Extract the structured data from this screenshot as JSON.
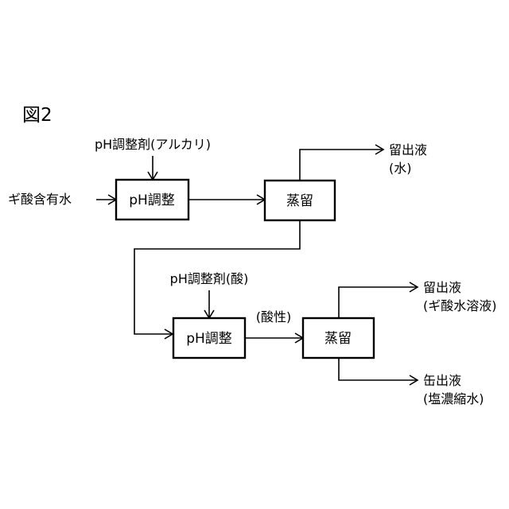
{
  "figure": {
    "title": "図2",
    "background_color": "#ffffff",
    "line_color": "#000000"
  },
  "units": [
    {
      "id": "ph1",
      "label": "pH調整"
    },
    {
      "id": "dist1",
      "label": "蒸留"
    },
    {
      "id": "ph2",
      "label": "pH調整"
    },
    {
      "id": "dist2",
      "label": "蒸留"
    }
  ],
  "streams": {
    "feed": "ギ酸含有水",
    "alkali_adjuster": "pH調整剤(アルカリ)",
    "acid_adjuster": "pH調整剤(酸)",
    "acidic_note": "(酸性)",
    "distillate1_line1": "留出液",
    "distillate1_line2": "(水)",
    "distillate2_line1": "留出液",
    "distillate2_line2": "(ギ酸水溶液)",
    "bottoms2_line1": "缶出液",
    "bottoms2_line2": "(塩濃縮水)"
  }
}
